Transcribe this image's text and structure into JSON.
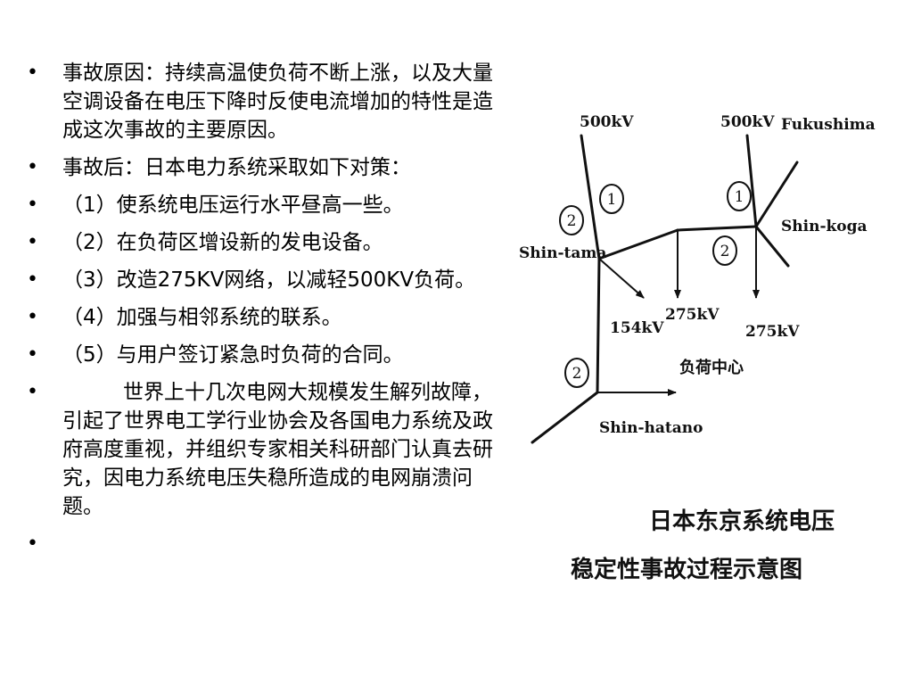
{
  "bullets": [
    {
      "text": "事故原因：持续高温使负荷不断上涨，以及大量空调设备在电压下降时反使电流增加的特性是造成这次事故的主要原因。"
    },
    {
      "text": "事故后：日本电力系统采取如下对策："
    },
    {
      "text": "（1）使系统电压运行水平昼高一些。"
    },
    {
      "text": "（2）在负荷区增设新的发电设备。"
    },
    {
      "text": "（3）改造275KV网络，以减轻500KV负荷。"
    },
    {
      "text": "（4）加强与相邻系统的联系。"
    },
    {
      "text": "（5）与用户签订紧急时负荷的合同。"
    },
    {
      "text": "世界上十几次电网大规模发生解列故障，引起了世界电工学行业协会及各国电力系统及政府高度重视，并组织专家相关科研部门认真去研究，因电力系统电压失稳所造成的电网崩溃问题。"
    },
    {
      "text": ""
    }
  ],
  "diagram": {
    "labels": {
      "v500_left": "500kV",
      "v500_right": "500kV",
      "fukushima": "Fukushima",
      "shin_koga": "Shin-koga",
      "shin_tama": "Shin-tama",
      "shin_hatano": "Shin-hatano",
      "v154": "154kV",
      "v275_mid": "275kV",
      "v275_right": "275kV",
      "load_center": "负荷中心"
    },
    "circles": {
      "c1_left": "1",
      "c2_left": "2",
      "c1_right": "1",
      "c2_right": "2",
      "c2_bottom": "2"
    },
    "caption_line1": "日本东京系统电压",
    "caption_line2": "稳定性事故过程示意图"
  }
}
